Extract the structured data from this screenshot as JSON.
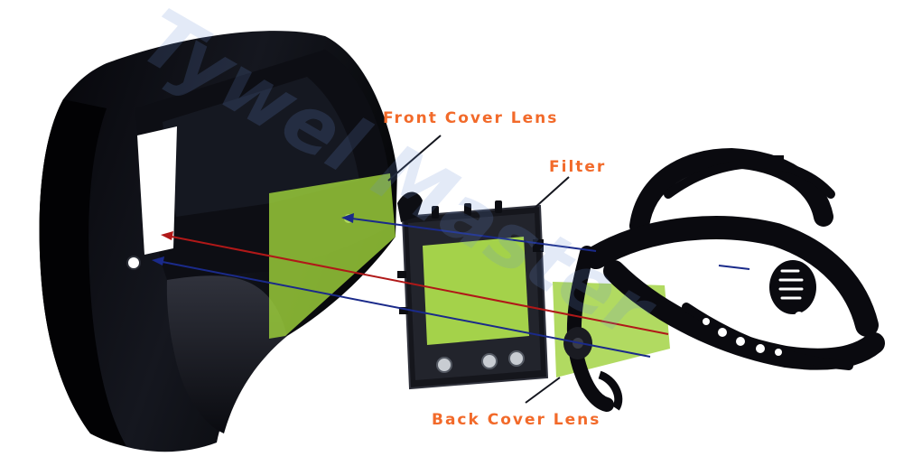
{
  "image": {
    "description_free": true
  },
  "colors": {
    "background": "#ffffff",
    "helmet_shell": "#0b0c12",
    "helmet_highlight": "#2a2d3a",
    "lens_green": "#9ed13a",
    "filter_frame": "#15161c",
    "filter_window": "#a4d24a",
    "headgear": "#0a0a0f",
    "label_orange": "#f26a2a",
    "arrow_blue": "#1a2a8a",
    "arrow_red": "#b01818",
    "leader_line": "#14161e",
    "watermark": "#6b8fd6"
  },
  "labels": {
    "front_cover_lens": "Front Cover Lens",
    "filter": "Filter",
    "back_cover_lens": "Back Cover Lens"
  },
  "watermark": {
    "text": "Tywel Master"
  }
}
